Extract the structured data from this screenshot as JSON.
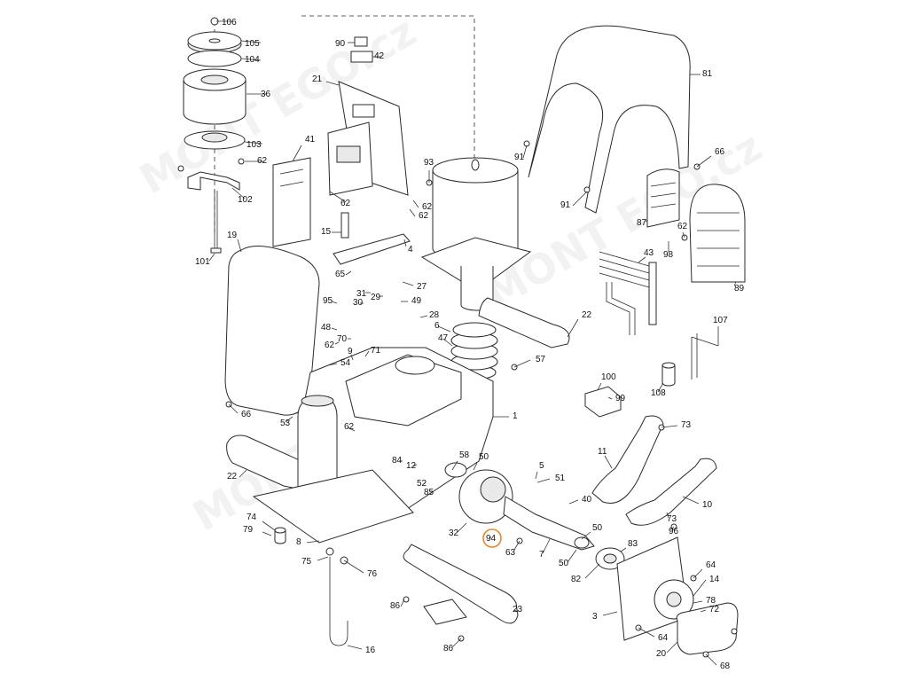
{
  "callouts": [
    {
      "id": "106",
      "text": "106"
    },
    {
      "id": "105",
      "text": "105"
    },
    {
      "id": "104",
      "text": "104"
    },
    {
      "id": "36",
      "text": "36"
    },
    {
      "id": "103",
      "text": "103"
    },
    {
      "id": "62a",
      "text": "62"
    },
    {
      "id": "102",
      "text": "102"
    },
    {
      "id": "19",
      "text": "19"
    },
    {
      "id": "101",
      "text": "101"
    },
    {
      "id": "90",
      "text": "90"
    },
    {
      "id": "42",
      "text": "42"
    },
    {
      "id": "21",
      "text": "21"
    },
    {
      "id": "41",
      "text": "41"
    },
    {
      "id": "62b",
      "text": "62"
    },
    {
      "id": "15",
      "text": "15"
    },
    {
      "id": "93",
      "text": "93"
    },
    {
      "id": "62c",
      "text": "62"
    },
    {
      "id": "62d",
      "text": "62"
    },
    {
      "id": "91a",
      "text": "91"
    },
    {
      "id": "81",
      "text": "81"
    },
    {
      "id": "66a",
      "text": "66"
    },
    {
      "id": "91b",
      "text": "91"
    },
    {
      "id": "87",
      "text": "87"
    },
    {
      "id": "62e",
      "text": "62"
    },
    {
      "id": "98",
      "text": "98"
    },
    {
      "id": "89",
      "text": "89"
    },
    {
      "id": "43",
      "text": "43"
    },
    {
      "id": "107",
      "text": "107"
    },
    {
      "id": "4",
      "text": "4"
    },
    {
      "id": "65",
      "text": "65"
    },
    {
      "id": "27",
      "text": "27"
    },
    {
      "id": "31",
      "text": "31"
    },
    {
      "id": "29",
      "text": "29"
    },
    {
      "id": "95",
      "text": "95"
    },
    {
      "id": "30",
      "text": "30"
    },
    {
      "id": "49",
      "text": "49"
    },
    {
      "id": "28",
      "text": "28"
    },
    {
      "id": "6",
      "text": "6"
    },
    {
      "id": "47",
      "text": "47"
    },
    {
      "id": "22a",
      "text": "22"
    },
    {
      "id": "48",
      "text": "48"
    },
    {
      "id": "70",
      "text": "70"
    },
    {
      "id": "62f",
      "text": "62"
    },
    {
      "id": "71",
      "text": "71"
    },
    {
      "id": "9",
      "text": "9"
    },
    {
      "id": "54",
      "text": "54"
    },
    {
      "id": "57",
      "text": "57"
    },
    {
      "id": "100",
      "text": "100"
    },
    {
      "id": "99",
      "text": "99"
    },
    {
      "id": "108",
      "text": "108"
    },
    {
      "id": "66b",
      "text": "66"
    },
    {
      "id": "53",
      "text": "53"
    },
    {
      "id": "1",
      "text": "1"
    },
    {
      "id": "62g",
      "text": "62"
    },
    {
      "id": "73a",
      "text": "73"
    },
    {
      "id": "11",
      "text": "11"
    },
    {
      "id": "84",
      "text": "84"
    },
    {
      "id": "58",
      "text": "58"
    },
    {
      "id": "50a",
      "text": "50"
    },
    {
      "id": "12",
      "text": "12"
    },
    {
      "id": "5",
      "text": "5"
    },
    {
      "id": "22b",
      "text": "22"
    },
    {
      "id": "52",
      "text": "52"
    },
    {
      "id": "51",
      "text": "51"
    },
    {
      "id": "85",
      "text": "85"
    },
    {
      "id": "40",
      "text": "40"
    },
    {
      "id": "10",
      "text": "10"
    },
    {
      "id": "74",
      "text": "74"
    },
    {
      "id": "73b",
      "text": "73"
    },
    {
      "id": "79",
      "text": "79"
    },
    {
      "id": "8",
      "text": "8"
    },
    {
      "id": "32",
      "text": "32"
    },
    {
      "id": "50b",
      "text": "50"
    },
    {
      "id": "96",
      "text": "96"
    },
    {
      "id": "94",
      "text": "94"
    },
    {
      "id": "83",
      "text": "83"
    },
    {
      "id": "63",
      "text": "63"
    },
    {
      "id": "7",
      "text": "7"
    },
    {
      "id": "75",
      "text": "75"
    },
    {
      "id": "50c",
      "text": "50"
    },
    {
      "id": "64a",
      "text": "64"
    },
    {
      "id": "76",
      "text": "76"
    },
    {
      "id": "82",
      "text": "82"
    },
    {
      "id": "14",
      "text": "14"
    },
    {
      "id": "86a",
      "text": "86"
    },
    {
      "id": "23",
      "text": "23"
    },
    {
      "id": "78",
      "text": "78"
    },
    {
      "id": "72",
      "text": "72"
    },
    {
      "id": "3",
      "text": "3"
    },
    {
      "id": "16",
      "text": "16"
    },
    {
      "id": "64b",
      "text": "64"
    },
    {
      "id": "86b",
      "text": "86"
    },
    {
      "id": "20",
      "text": "20"
    },
    {
      "id": "68",
      "text": "68"
    }
  ],
  "highlight": {
    "ref": "94",
    "color": "#e8862a"
  },
  "watermark": {
    "text": "MONT EGO.cz",
    "color": "#f1f1f1"
  }
}
